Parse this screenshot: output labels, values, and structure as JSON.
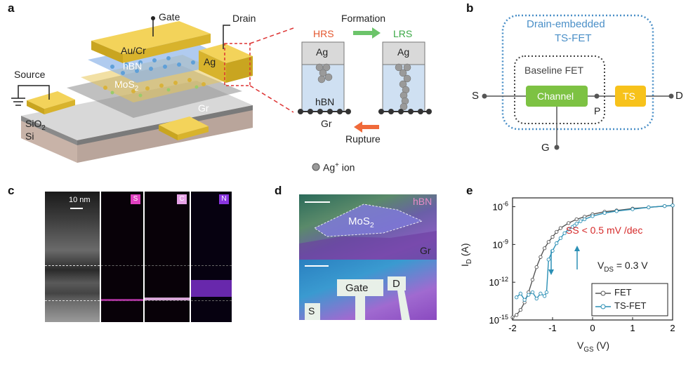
{
  "panel_labels": {
    "a": "a",
    "b": "b",
    "c": "c",
    "d": "d",
    "e": "e"
  },
  "panel_a": {
    "gate": "Gate",
    "drain": "Drain",
    "source": "Source",
    "au_cr": "Au/Cr",
    "hbn": "hBN",
    "ag": "Ag",
    "mos2_base": "MoS",
    "mos2_sub": "2",
    "gr": "Gr",
    "sio2_base": "SiO",
    "sio2_sub": "2",
    "si": "Si",
    "formation": "Formation",
    "rupture": "Rupture",
    "hrs": "HRS",
    "lrs": "LRS",
    "ag_left": "Ag",
    "ag_right": "Ag",
    "hbn_inset": "hBN",
    "gr_inset": "Gr",
    "ag_ion_base": "Ag",
    "ag_ion_sup": "+",
    "ag_ion_rest": " ion",
    "colors": {
      "hrs": "#e4572e",
      "lrs": "#3aa845",
      "formation_arrow": "#6cc46a",
      "rupture_arrow": "#f06a3a"
    }
  },
  "panel_b": {
    "title_line1": "Drain-embedded",
    "title_line2": "TS-FET",
    "baseline": "Baseline FET",
    "channel": "Channel",
    "ts": "TS",
    "s": "S",
    "d": "D",
    "p": "P",
    "g": "G",
    "colors": {
      "ts_box": "#4a8fc7",
      "channel": "#7dc243",
      "ts": "#f7c21b"
    }
  },
  "panel_c": {
    "scale": "10 nm",
    "s": "S",
    "c": "C",
    "n": "N",
    "colors": {
      "s": "#e040c0",
      "c": "#e6a2e6",
      "n": "#8a35e0"
    }
  },
  "panel_d": {
    "hbn": "hBN",
    "mos2_base": "MoS",
    "mos2_sub": "2",
    "gr": "Gr",
    "gate": "Gate",
    "d": "D",
    "s": "S"
  },
  "chart_data": {
    "type": "line",
    "xlabel_base": "V",
    "xlabel_sub": "GS",
    "xlabel_unit": " (V)",
    "ylabel_base": "I",
    "ylabel_sub": "D",
    "ylabel_unit": " (A)",
    "xlim": [
      -2,
      2
    ],
    "ylim_exp": [
      -15,
      -5.3
    ],
    "y_scale": "log",
    "x_ticks": [
      "-2",
      "-1",
      "0",
      "1",
      "2"
    ],
    "y_ticks": [
      {
        "base": "10",
        "exp": "-6",
        "v": -6
      },
      {
        "base": "10",
        "exp": "-9",
        "v": -9
      },
      {
        "base": "10",
        "exp": "-12",
        "v": -12
      },
      {
        "base": "10",
        "exp": "-15",
        "v": -15
      }
    ],
    "annotation_ss": "SS < 0.5 mV /dec",
    "annotation_vds_base": "V",
    "annotation_vds_sub": "DS",
    "annotation_vds_rest": " = 0.3 V",
    "legend_position": "bottom-right",
    "series": [
      {
        "name": "FET",
        "color": "#555555",
        "x": [
          -2.0,
          -1.9,
          -1.8,
          -1.7,
          -1.6,
          -1.5,
          -1.4,
          -1.3,
          -1.2,
          -1.1,
          -1.0,
          -0.9,
          -0.8,
          -0.6,
          -0.4,
          -0.2,
          0.0,
          0.3,
          0.6,
          1.0,
          1.4,
          1.8,
          2.0
        ],
        "log_y": [
          -14.8,
          -14.6,
          -14.2,
          -13.6,
          -12.8,
          -11.8,
          -10.8,
          -10.0,
          -9.3,
          -8.8,
          -8.4,
          -8.0,
          -7.7,
          -7.3,
          -7.0,
          -6.8,
          -6.6,
          -6.4,
          -6.3,
          -6.15,
          -6.05,
          -5.95,
          -5.9
        ]
      },
      {
        "name": "TS-FET",
        "color": "#2a8fb5",
        "x": [
          -1.9,
          -1.8,
          -1.7,
          -1.6,
          -1.5,
          -1.4,
          -1.3,
          -1.2,
          -1.15,
          -1.1,
          -1.0,
          -0.9,
          -0.8,
          -0.7,
          -0.6,
          -0.5,
          -0.45,
          -0.4,
          -0.3,
          -0.2,
          0.0,
          0.3,
          0.6,
          1.0,
          1.4,
          1.8,
          2.0
        ],
        "log_y": [
          -13.2,
          -12.9,
          -13.4,
          -13.0,
          -12.8,
          -13.3,
          -12.9,
          -13.1,
          -12.8,
          -10.2,
          -9.5,
          -8.9,
          -8.5,
          -8.1,
          -7.8,
          -7.6,
          -7.5,
          -7.35,
          -7.15,
          -7.0,
          -6.75,
          -6.5,
          -6.35,
          -6.2,
          -6.05,
          -5.95,
          -5.9
        ]
      }
    ]
  }
}
